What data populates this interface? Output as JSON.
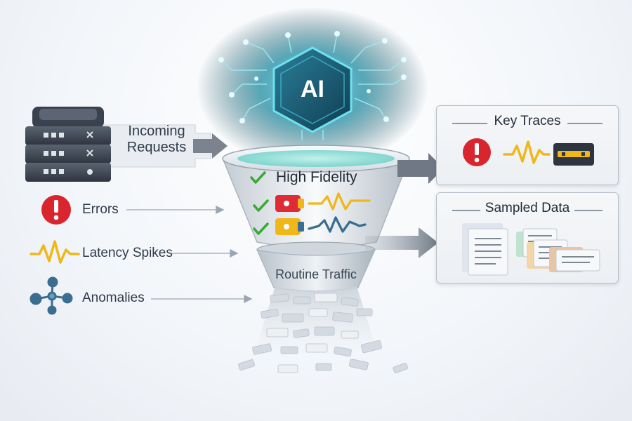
{
  "core": {
    "label": "AI"
  },
  "input": {
    "label_line1": "Incoming",
    "label_line2": "Requests"
  },
  "legend": [
    {
      "label": "Errors",
      "icon": "error-icon"
    },
    {
      "label": "Latency Spikes",
      "icon": "latency-spike-icon"
    },
    {
      "label": "Anomalies",
      "icon": "anomaly-network-icon"
    }
  ],
  "funnel": {
    "top_label": "High Fidelity",
    "bottom_label": "Routine Traffic"
  },
  "outputs": {
    "key_traces": {
      "title": "Key Traces"
    },
    "sampled_data": {
      "title": "Sampled Data"
    }
  },
  "colors": {
    "error_red": "#d9262e",
    "spike_yellow": "#f0b719",
    "check_green": "#3aa935",
    "ai_teal": "#2bb3c6",
    "arrow_gray": "#7f8894",
    "server_dark": "#3f4753"
  }
}
